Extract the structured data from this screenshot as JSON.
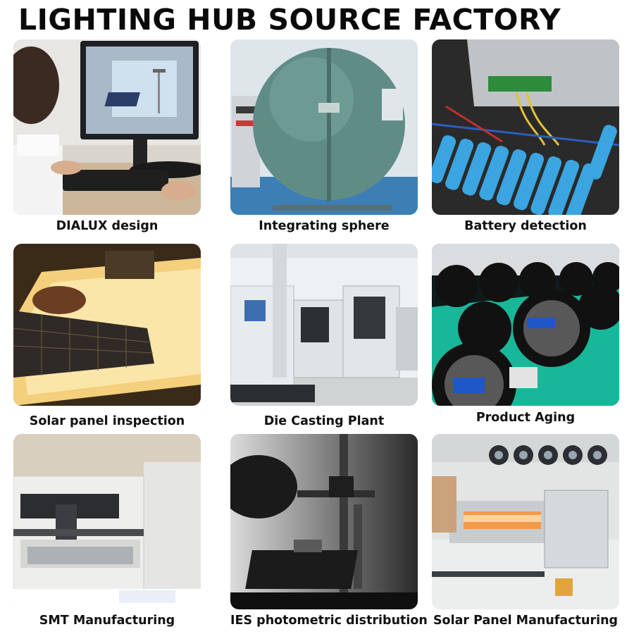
{
  "page": {
    "title": "LIGHTING HUB SOURCE FACTORY"
  },
  "grid": {
    "items": [
      {
        "caption": "DIALUX design",
        "icon": "design-computer-photo"
      },
      {
        "caption": "Integrating sphere",
        "icon": "integrating-sphere-photo"
      },
      {
        "caption": "Battery detection",
        "icon": "battery-detection-photo"
      },
      {
        "caption": "Solar panel inspection",
        "icon": "solar-panel-inspection-photo"
      },
      {
        "caption": "Die Casting Plant",
        "icon": "die-casting-plant-photo"
      },
      {
        "caption": "Product Aging",
        "icon": "product-aging-photo"
      },
      {
        "caption": "SMT Manufacturing",
        "icon": "smt-manufacturing-photo"
      },
      {
        "caption": "IES photometric distribution",
        "icon": "ies-photometric-photo"
      },
      {
        "caption": "Solar Panel Manufacturing",
        "icon": "solar-panel-manufacturing-photo"
      }
    ]
  },
  "colors": {
    "title": "#0a0a0a",
    "caption": "#111111",
    "background": "#ffffff"
  }
}
